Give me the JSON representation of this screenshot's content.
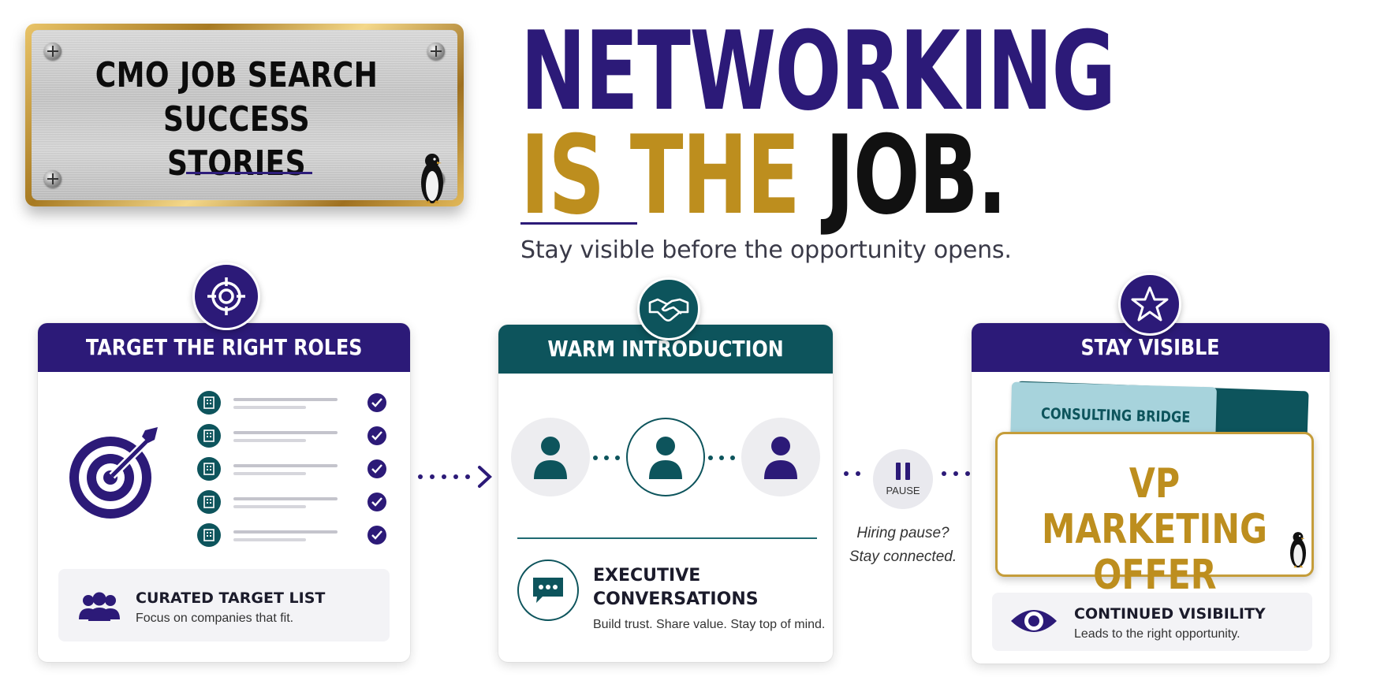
{
  "plaque": {
    "title_line1": "CMO JOB SEARCH",
    "title_line2": "SUCCESS STORIES"
  },
  "headline": {
    "line1": "NETWORKING",
    "line2_gold": "IS THE",
    "line2_black": "JOB.",
    "tagline": "Stay visible before the opportunity opens."
  },
  "colors": {
    "purple": "#2c1a78",
    "teal": "#0d545c",
    "gold": "#bd8e1e"
  },
  "step1": {
    "icon": "crosshair-icon",
    "header": "TARGET THE RIGHT ROLES",
    "info_title": "CURATED TARGET LIST",
    "info_sub": "Focus on companies that fit.",
    "role_count_shown": 5
  },
  "step2": {
    "icon": "handshake-icon",
    "header": "WARM INTRODUCTION",
    "exec_title": "EXECUTIVE CONVERSATIONS",
    "exec_sub": "Build trust. Share value. Stay top of mind."
  },
  "pause": {
    "label": "PAUSE",
    "note_line1": "Hiring pause?",
    "note_line2": "Stay connected."
  },
  "step3": {
    "icon": "star-icon",
    "header": "STAY VISIBLE",
    "folder_label": "CONSULTING BRIDGE",
    "offer_line1": "VP MARKETING",
    "offer_line2": "OFFER",
    "info_title": "CONTINUED VISIBILITY",
    "info_sub": "Leads to the right opportunity."
  }
}
